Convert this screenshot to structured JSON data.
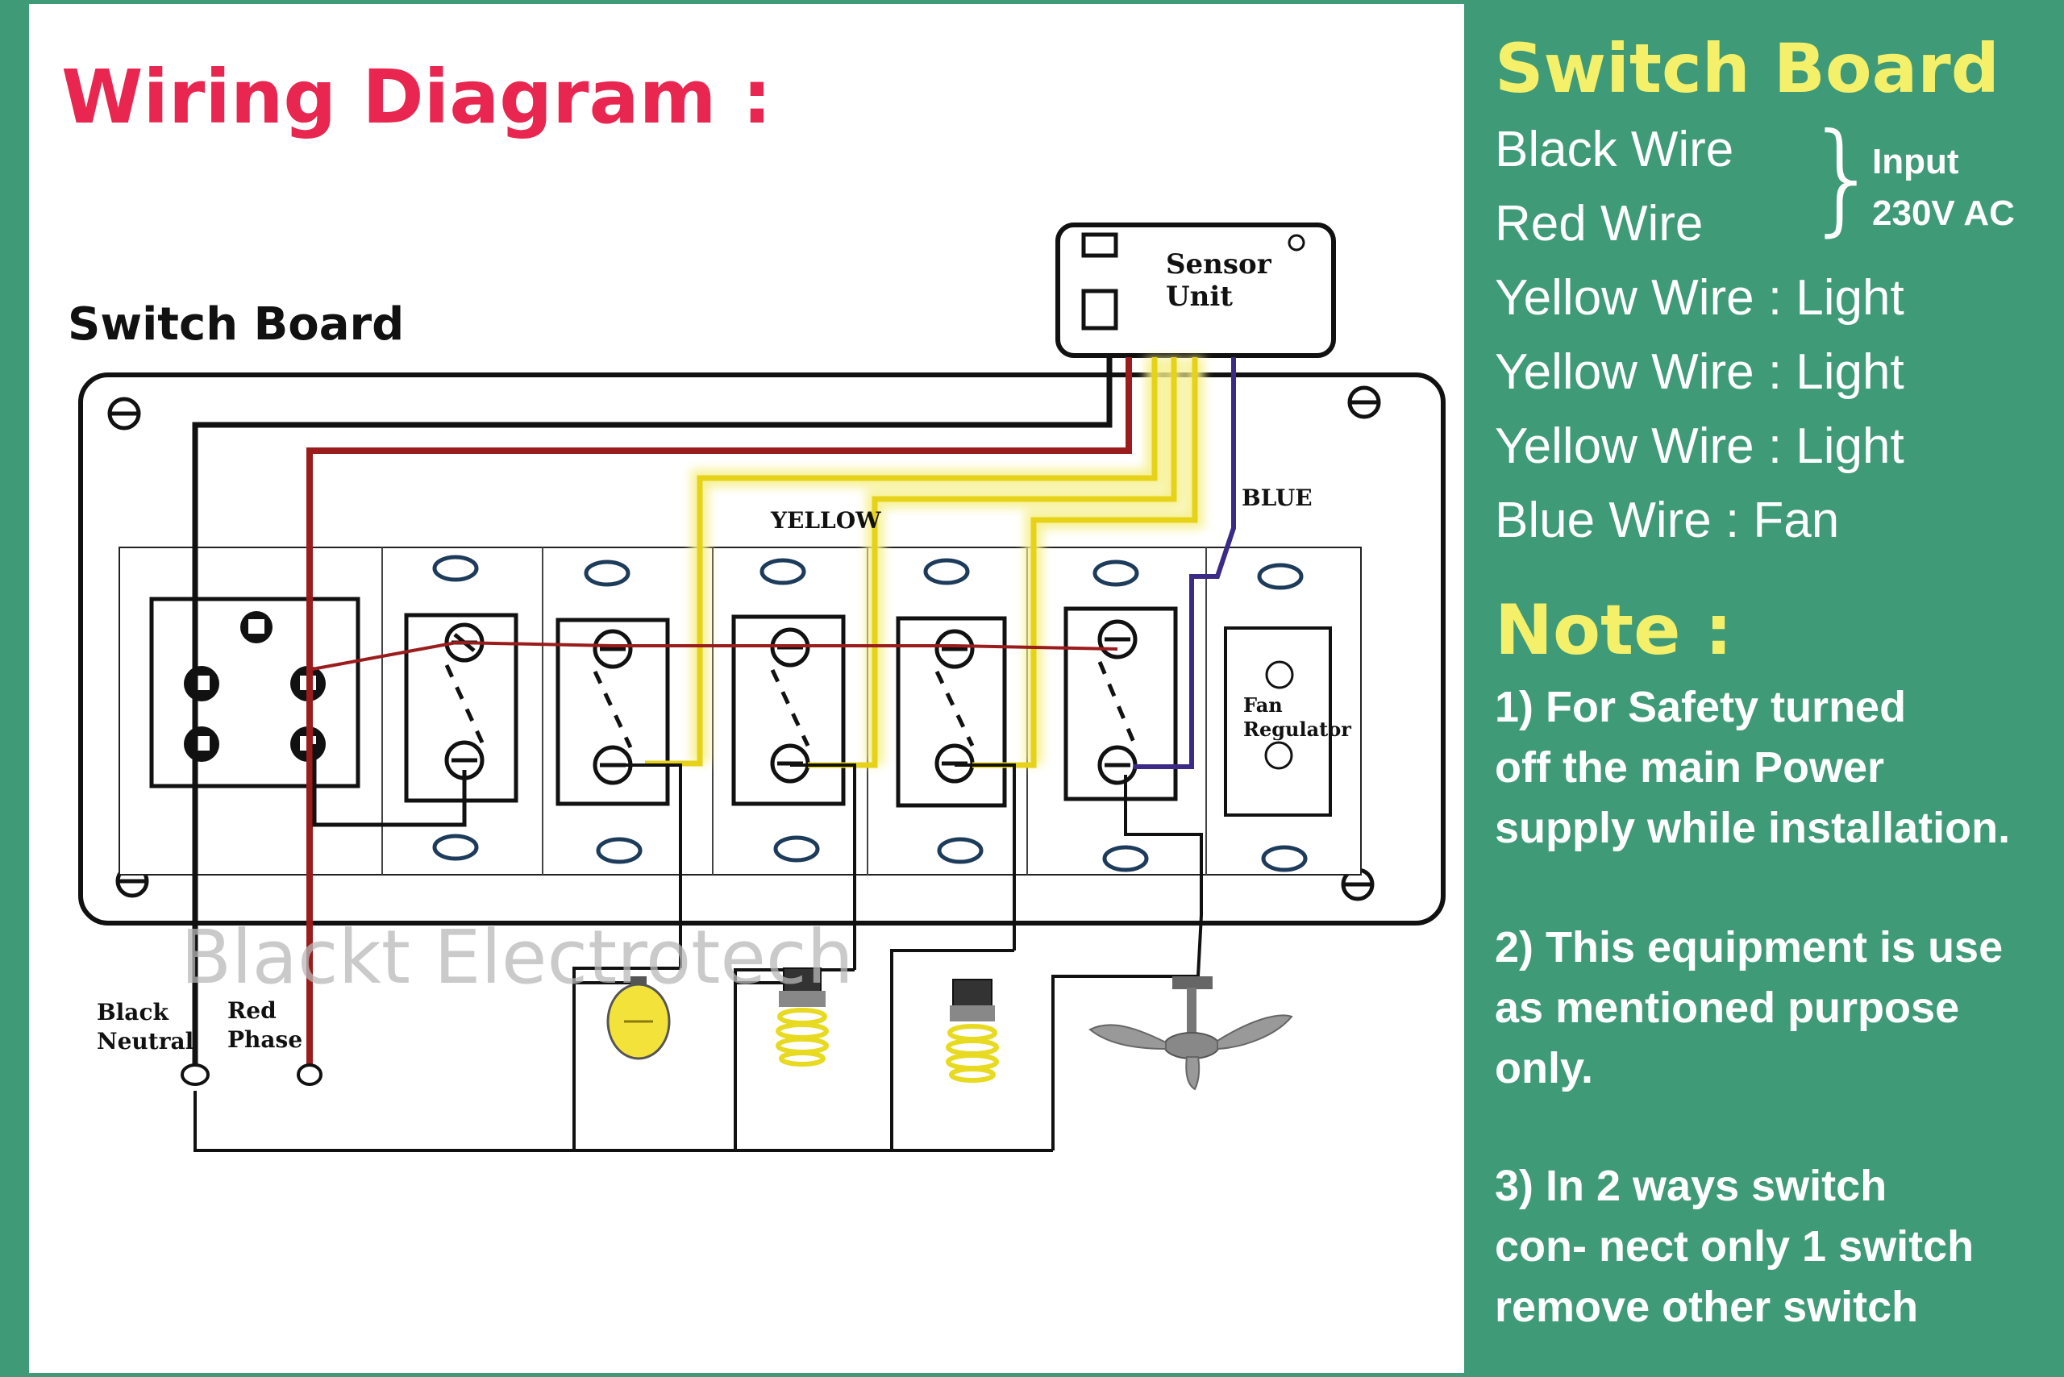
{
  "diagram": {
    "title": "Wiring Diagram :",
    "board_label": "Switch Board",
    "sensor_label_line1": "Sensor",
    "sensor_label_line2": "Unit",
    "yellow_label": "YELLOW",
    "blue_label": "BLUE",
    "fan_regulator_line1": "Fan",
    "fan_regulator_line2": "Regulator",
    "neutral_line1": "Black",
    "neutral_line2": "Neutral",
    "phase_line1": "Red",
    "phase_line2": "Phase",
    "watermark": "Blackt Electrotech",
    "colors": {
      "red_wire": "#9b1c1c",
      "black_wire": "#111111",
      "yellow_wire": "#e7d21a",
      "yellow_glow": "#f6f08a",
      "blue_wire": "#3b2a86",
      "bulb_yellow": "#f2e23a"
    }
  },
  "info": {
    "heading": "Switch Board",
    "input_wires": [
      "Black Wire",
      "Red Wire"
    ],
    "input_label_line1": "Input",
    "input_label_line2": "230V AC",
    "wire_lines": [
      "Yellow Wire : Light",
      "Yellow Wire : Light",
      "Yellow Wire : Light",
      "Blue Wire : Fan"
    ],
    "note_heading": "Note :",
    "notes": [
      [
        "1) For Safety turned",
        "off the main Power",
        "supply while installation."
      ],
      [
        "2) This equipment is use",
        "as mentioned purpose",
        "only."
      ],
      [
        "3) In 2 ways switch",
        "con- nect only 1 switch",
        "remove other switch"
      ]
    ],
    "colors": {
      "panel": "#3f9a78",
      "heading": "#f4f06a",
      "text": "#ffffff",
      "title": "#e8264f"
    }
  }
}
